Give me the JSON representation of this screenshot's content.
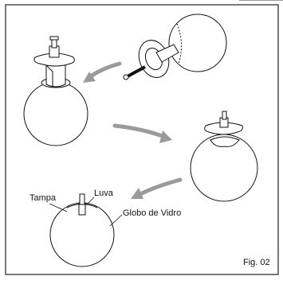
{
  "labels": {
    "tampa": "Tampa",
    "luva": "Luva",
    "globo": "Globo de Vidro"
  },
  "figure_label": "Fig. 02",
  "colors": {
    "line": "#111111",
    "arrow": "#9a9a9a",
    "border": "#333333"
  }
}
